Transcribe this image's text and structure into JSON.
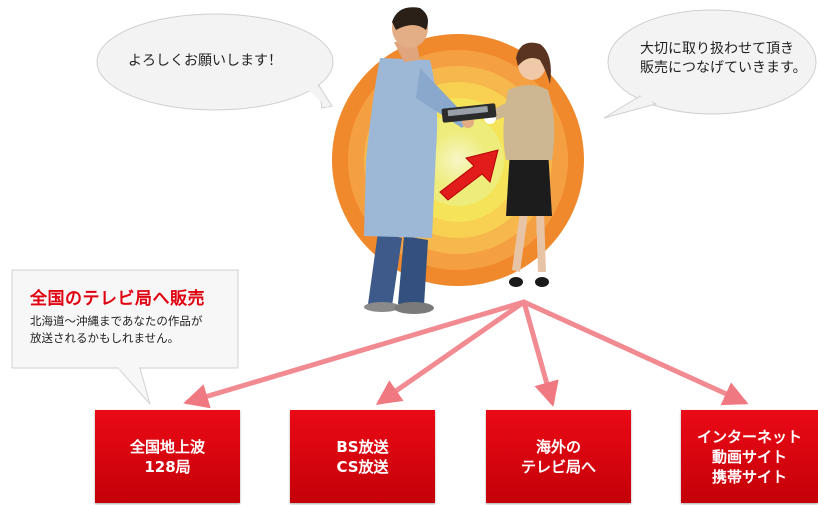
{
  "bubbles": {
    "left": "よろしくお願いします！",
    "right_line1": "大切に取り扱わせて頂き",
    "right_line2": "販売につなげていきます。"
  },
  "callout": {
    "title": "全国のテレビ局へ販売",
    "body_line1": "北海道〜沖縄まであなたの作品が",
    "body_line2": "放送されるかもしれません。"
  },
  "destinations": [
    {
      "line1": "全国地上波",
      "line2": "128局"
    },
    {
      "line1": "BS放送",
      "line2": "CS放送"
    },
    {
      "line1": "海外の",
      "line2": "テレビ局へ"
    },
    {
      "line1": "インターネット",
      "line2": "動画サイト",
      "line3": "携帯サイト"
    }
  ],
  "colors": {
    "accent_red": "#e00010",
    "box_red": "#d8000c",
    "arrow_pink": "#f08890",
    "ring_outer": "#f08a2c",
    "ring_center": "#f6f4a8"
  }
}
